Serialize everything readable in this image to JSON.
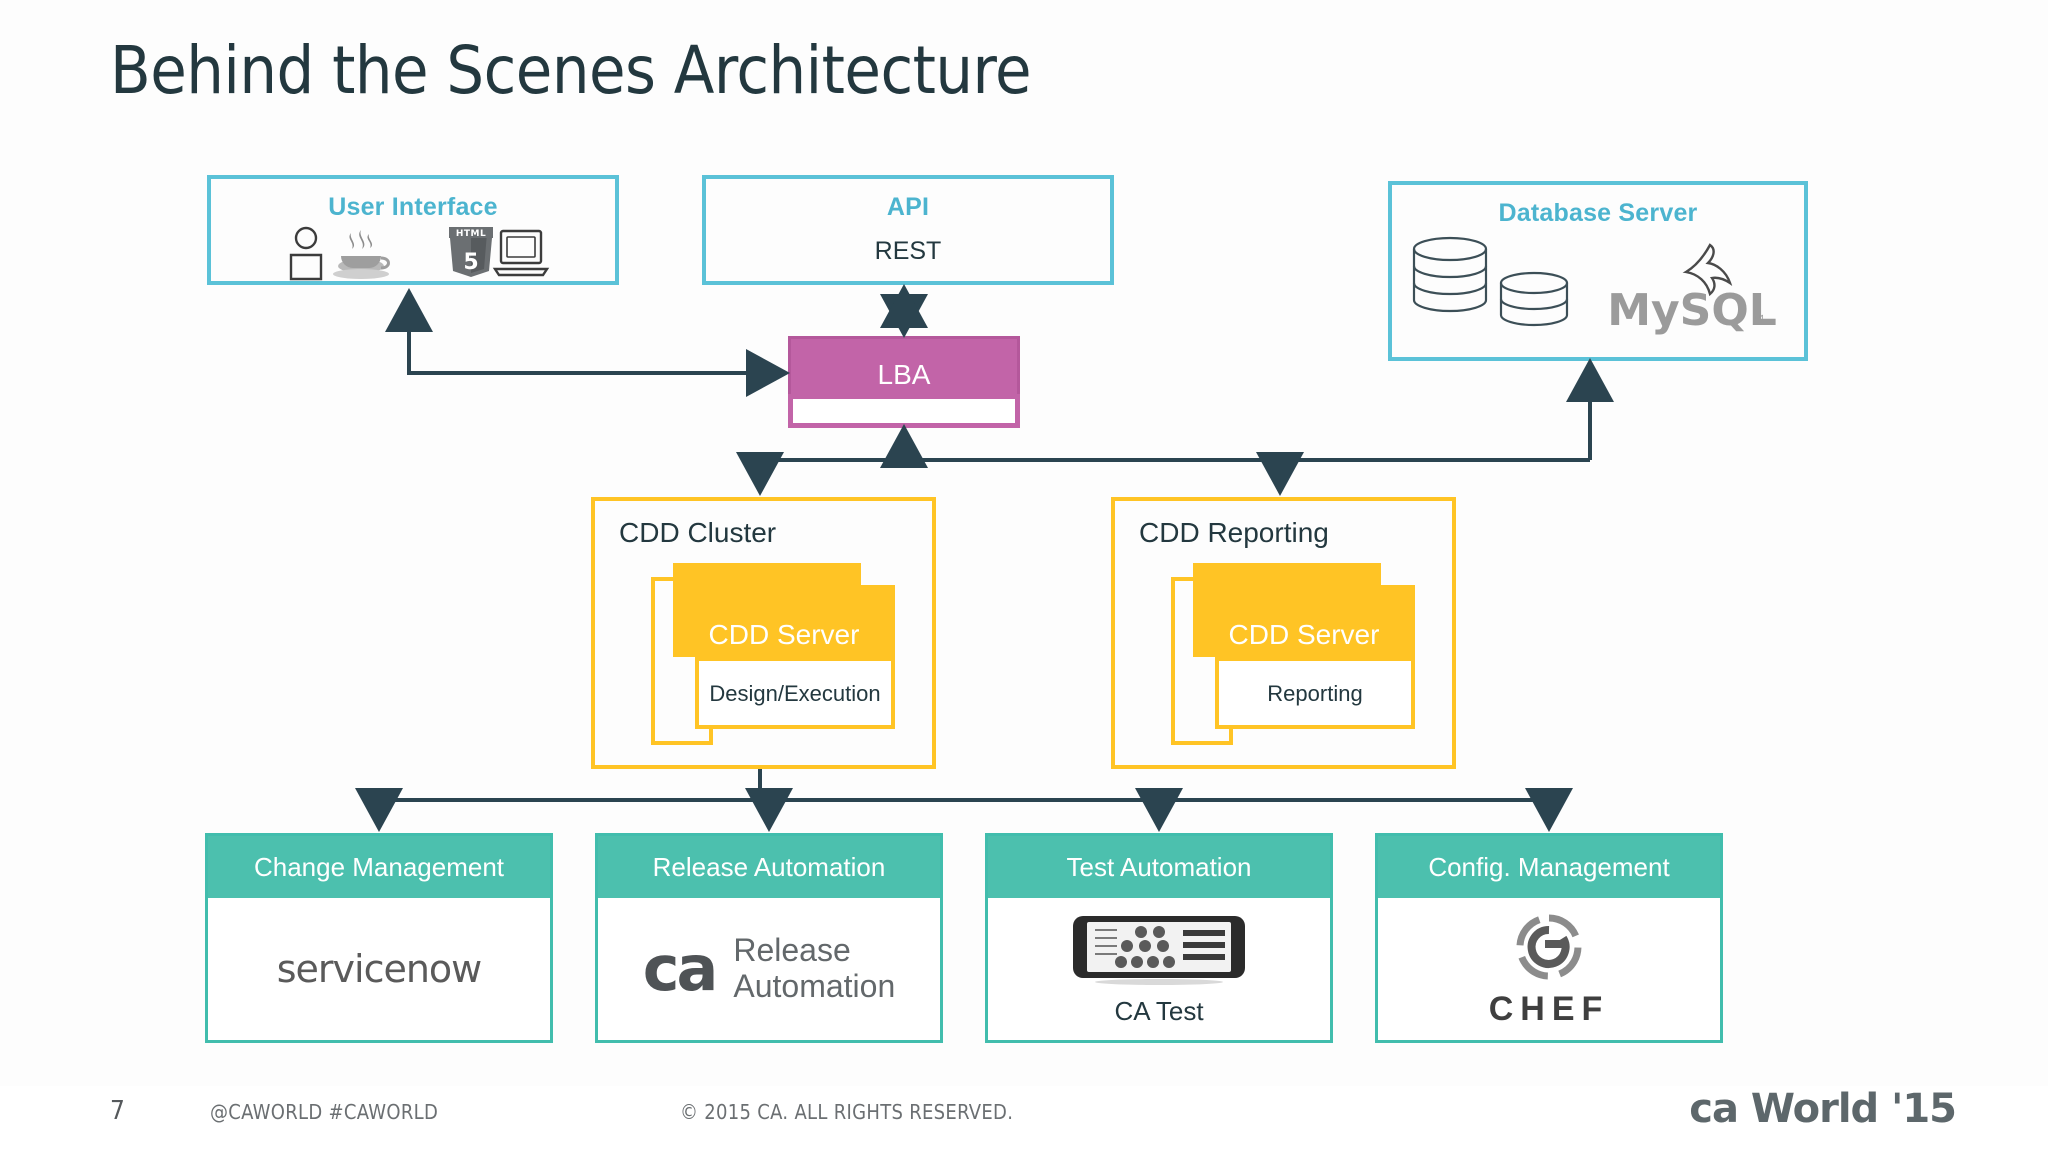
{
  "slide": {
    "title": "Behind the Scenes Architecture",
    "page_number": "7",
    "social": "@CAWORLD   #CAWORLD",
    "copyright": "© 2015 CA. ALL RIGHTS RESERVED.",
    "brand_logo": "ca World '15"
  },
  "colors": {
    "cyan_border": "#5bc2d8",
    "cyan_title": "#4cb4cf",
    "magenta": "#c264a8",
    "yellow": "#ffc425",
    "teal": "#4cc0ae",
    "dark_slate": "#23383f",
    "connector": "#2b4450"
  },
  "top_row": [
    {
      "id": "user-interface",
      "title": "User Interface",
      "icons": [
        "user-icon",
        "java-icon",
        "html5-icon",
        "laptop-icon"
      ]
    },
    {
      "id": "api",
      "title": "API",
      "subtitle": "REST"
    },
    {
      "id": "database-server",
      "title": "Database Server",
      "icons": [
        "database-stack-icon",
        "database-stack-icon",
        "mysql-dolphin-icon"
      ],
      "logo_text": "MySQL"
    }
  ],
  "lba": {
    "label": "LBA"
  },
  "clusters": [
    {
      "id": "cdd-cluster",
      "title": "CDD Cluster",
      "server_label": "CDD Server",
      "role_label": "Design/Execution"
    },
    {
      "id": "cdd-reporting",
      "title": "CDD Reporting",
      "server_label": "CDD Server",
      "role_label": "Reporting"
    }
  ],
  "tools": [
    {
      "id": "change-management",
      "title": "Change Management",
      "logo": "servicenow-logo",
      "logo_text": "servicenow",
      "caption": ""
    },
    {
      "id": "release-automation",
      "title": "Release Automation",
      "logo": "ca-release-automation-logo",
      "logo_mark": "ca",
      "logo_line1": "Release",
      "logo_line2": "Automation",
      "caption": ""
    },
    {
      "id": "test-automation",
      "title": "Test Automation",
      "logo": "ca-test-device-image",
      "caption": "CA Test"
    },
    {
      "id": "config-management",
      "title": "Config. Management",
      "logo": "chef-logo",
      "logo_text": "CHEF",
      "caption": ""
    }
  ]
}
